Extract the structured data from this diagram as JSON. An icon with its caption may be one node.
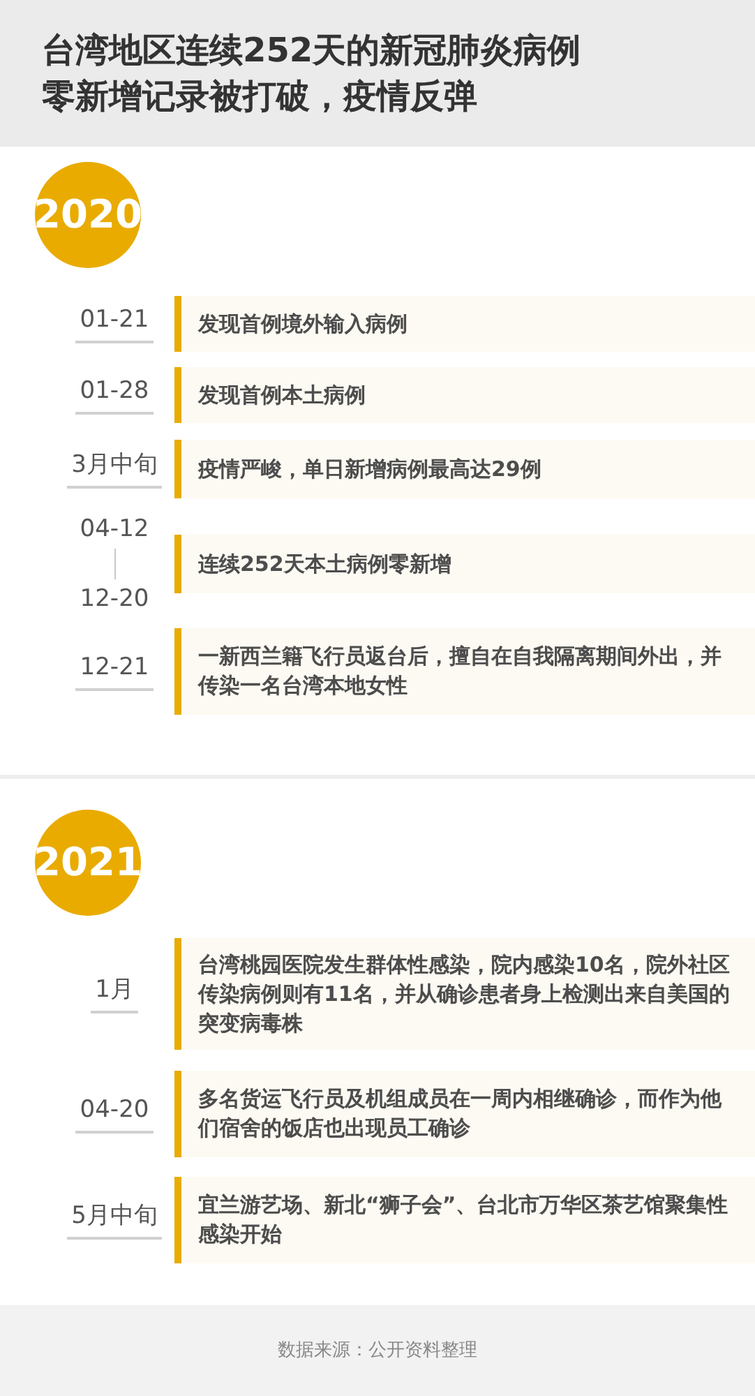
{
  "diagram": {
    "title": "台湾地区连续252天的新冠肺炎病例零新增记录被打破，疫情反弹",
    "nodes": [
      {
        "text": [
          "2020"
        ]
      },
      {
        "text": [
          "发现首例境外输入病例"
        ],
        "beside": [
          "01-21"
        ]
      },
      {
        "text": [
          "发现首例本土病例"
        ],
        "beside": [
          "01-28"
        ]
      },
      {
        "text": [
          "疫情严峻，单日新增病例最高达29例"
        ],
        "beside": [
          "3月中旬"
        ]
      },
      {
        "text": [
          "连续252天本土病例零新增"
        ],
        "beside": [
          "04-12",
          "12-20"
        ]
      },
      {
        "text": [
          "一新西兰籍飞行员返台后，擅自在自我隔离期间外出，并传染一名台湾本地女性"
        ],
        "beside": [
          "12-21"
        ]
      },
      {
        "text": [
          "2021"
        ]
      },
      {
        "text": [
          "台湾桃园医院发生群体性感染，院内感染10名，院外社区传染病例则有11名，并从确诊患者身上检测出来自美国的突变病毒株"
        ],
        "beside": [
          "1月"
        ]
      },
      {
        "text": [
          "多名货运飞行员及机组成员在一周内相继确诊，而作为他们宿舍的饭店也出现员工确诊"
        ],
        "beside": [
          "04-20"
        ]
      },
      {
        "text": [
          "宜兰游艺场、新北“狮子会”、台北市万华区茶艺馆聚集性感染开始"
        ],
        "beside": [
          "5月中旬"
        ]
      }
    ],
    "caption": "数据来源：公开资料整理"
  }
}
